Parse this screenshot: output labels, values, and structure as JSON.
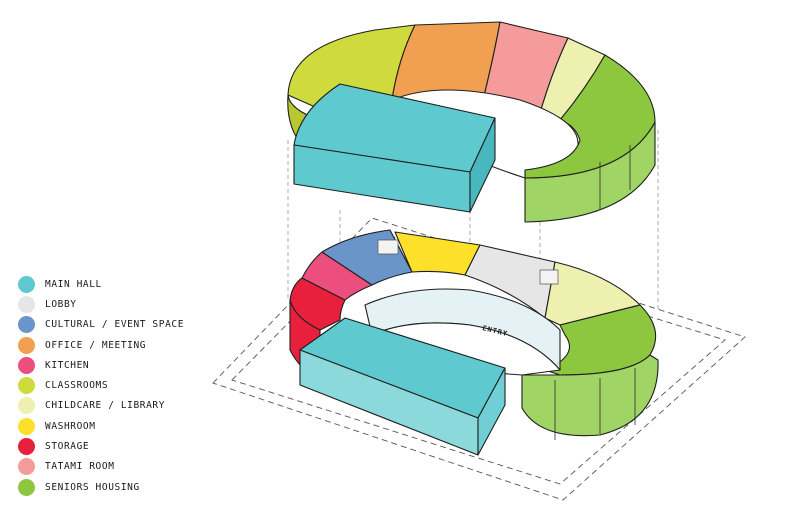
{
  "legend": [
    {
      "label": "MAIN HALL",
      "color": "#5ecad0"
    },
    {
      "label": "LOBBY",
      "color": "#e6e6e6"
    },
    {
      "label": "CULTURAL / EVENT SPACE",
      "color": "#6a95c9"
    },
    {
      "label": "OFFICE / MEETING",
      "color": "#f0a050"
    },
    {
      "label": "KITCHEN",
      "color": "#ec4f7e"
    },
    {
      "label": "CLASSROOMS",
      "color": "#cfdb3d"
    },
    {
      "label": "CHILDCARE / LIBRARY",
      "color": "#eef0b0"
    },
    {
      "label": "WASHROOM",
      "color": "#fde02a"
    },
    {
      "label": "STORAGE",
      "color": "#e8203c"
    },
    {
      "label": "TATAMI ROOM",
      "color": "#f59b9b"
    },
    {
      "label": "SENIORS HOUSING",
      "color": "#8dc63f"
    }
  ],
  "annotations": {
    "entry_label": "ENTRY"
  }
}
